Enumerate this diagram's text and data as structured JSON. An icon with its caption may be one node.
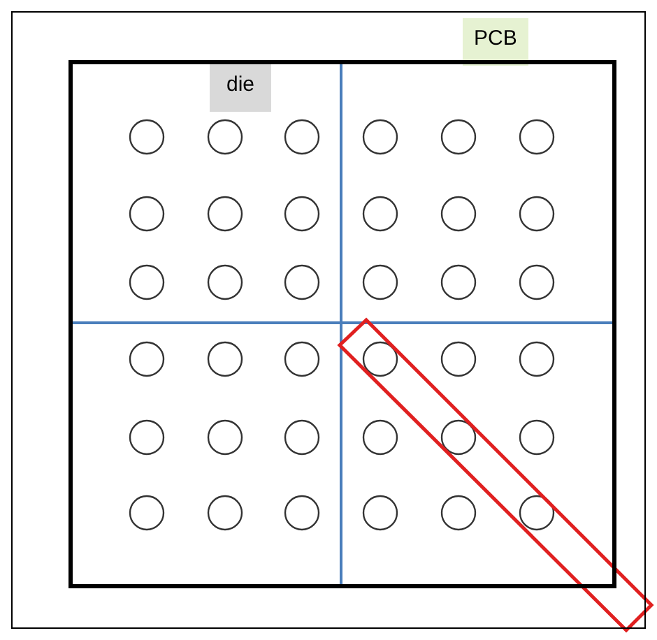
{
  "diagram": {
    "nodes": [
      {
        "text": [
          "PCB"
        ]
      },
      {
        "text": [
          "die"
        ],
        "in": 0
      }
    ]
  }
}
